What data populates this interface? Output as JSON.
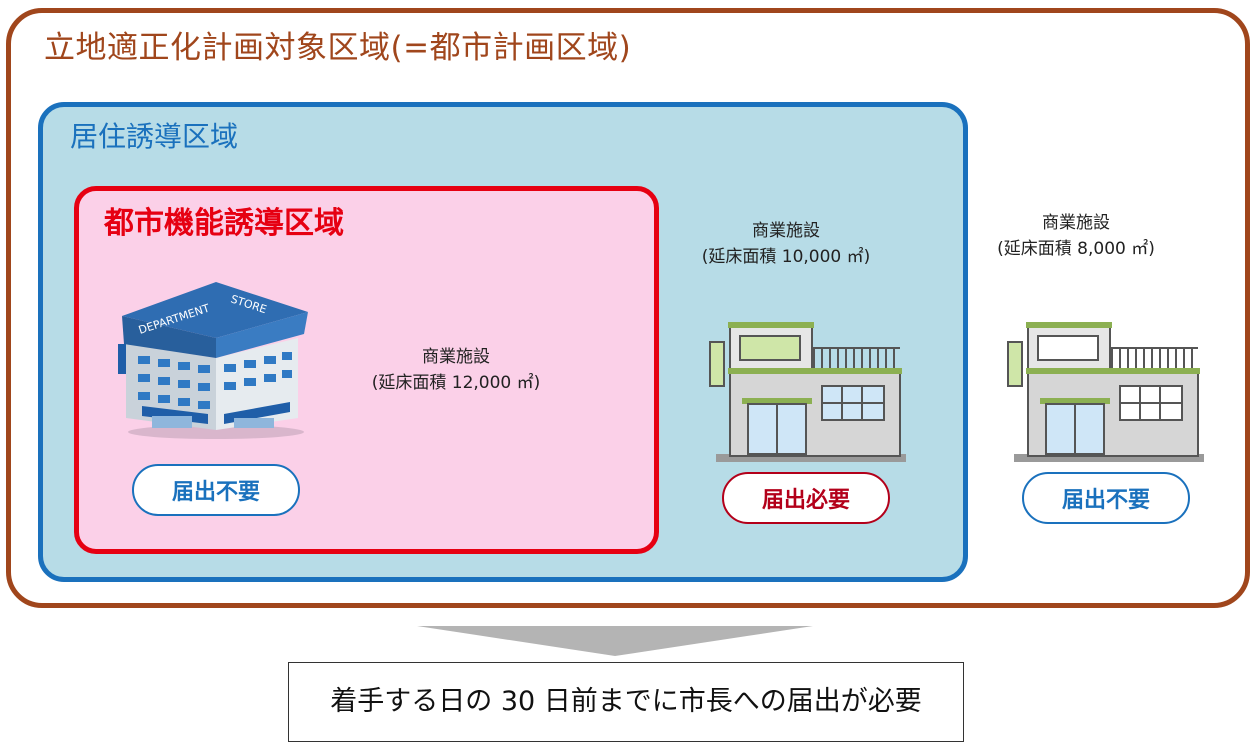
{
  "outer_area": {
    "title": "立地適正化計画対象区域(=都市計画区域)",
    "border_color": "#a0461c"
  },
  "residential_area": {
    "title": "居住誘導区域",
    "border_color": "#1a71bd",
    "fill_color": "#b7dce7"
  },
  "urban_function_area": {
    "title": "都市機能誘導区域",
    "border_color": "#e60012",
    "fill_color": "#fbd0e8"
  },
  "facilities": [
    {
      "label": "商業施設",
      "area_text": "(延床面積 12,000 ㎡)",
      "status": "届出不要",
      "icon": "department-store-icon",
      "sign_text": "DEPARTMENT STORE"
    },
    {
      "label": "商業施設",
      "area_text": "(延床面積 10,000 ㎡)",
      "status": "届出必要",
      "icon": "shop-building-icon"
    },
    {
      "label": "商業施設",
      "area_text": "(延床面積 8,000 ㎡)",
      "status": "届出不要",
      "icon": "shop-building-icon"
    }
  ],
  "conclusion": "着手する日の 30 日前までに市長への届出が必要",
  "colors": {
    "not_required": "#1a71bd",
    "required": "#b3001a",
    "arrow": "#b4b4b4"
  }
}
